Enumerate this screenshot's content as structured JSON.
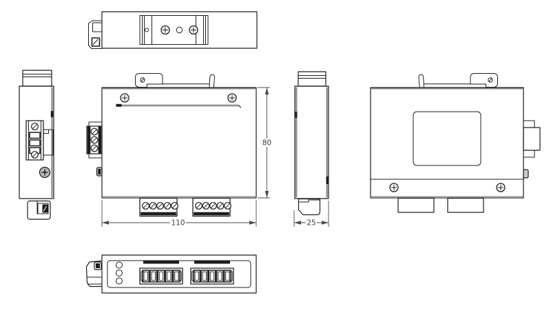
{
  "dimensions": {
    "height_mm": "80",
    "width_mm": "110",
    "depth_mm": "25"
  },
  "colors": {
    "line": "#1c1c1c",
    "edge_gray": "#8e9296",
    "dimension": "#4a4a4a",
    "background": "#ffffff"
  }
}
